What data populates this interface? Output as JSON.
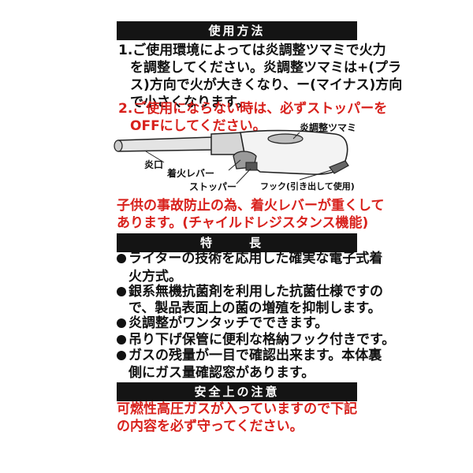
{
  "usage": {
    "header": "使用方法",
    "lines": [
      "1.ご使用環境によっては炎調整ツマミで火力",
      "を調整してください。炎調整ツマミは+(プラ",
      "ス)方向で火が大きくなり、ー(マイナス)方向",
      "で小さくなります。"
    ],
    "warning_lines": [
      "2.ご使用にならない時は、必ずストッパーを",
      "OFFにしてください。"
    ]
  },
  "diagram": {
    "labels": {
      "knob": "炎調整ツマミ",
      "nozzle": "炎口",
      "lever": "着火レバー",
      "stopper": "ストッパー",
      "hook": "フック(引き出して使用)"
    }
  },
  "child_safety": {
    "lines": [
      "子供の事故防止の為、着火レバーが重くして",
      "あります。(チャイルドレジスタンス機能)"
    ]
  },
  "features": {
    "header": "特　長",
    "lines": [
      {
        "bullet": true,
        "text": "ライターの技術を応用した確実な電子式着"
      },
      {
        "bullet": false,
        "text": "火方式。"
      },
      {
        "bullet": true,
        "text": "銀系無機抗菌剤を利用した抗菌仕様ですの"
      },
      {
        "bullet": false,
        "text": "で、製品表面上の菌の増殖を抑制します。"
      },
      {
        "bullet": true,
        "text": "炎調整がワンタッチでできます。"
      },
      {
        "bullet": true,
        "text": "吊り下げ保管に便利な格納フック付きです。"
      },
      {
        "bullet": true,
        "text": "ガスの残量が一目で確認出来ます。本体裏"
      },
      {
        "bullet": false,
        "text": "側にガス量確認窓があります。"
      }
    ]
  },
  "safety": {
    "header": "安全上の注意",
    "lines": [
      "可燃性高圧ガスが入っていますので下記",
      "の内容を必ず守ってください。"
    ]
  },
  "colors": {
    "header_bg": "#141414",
    "warning": "#d8211c",
    "text": "#111111"
  }
}
